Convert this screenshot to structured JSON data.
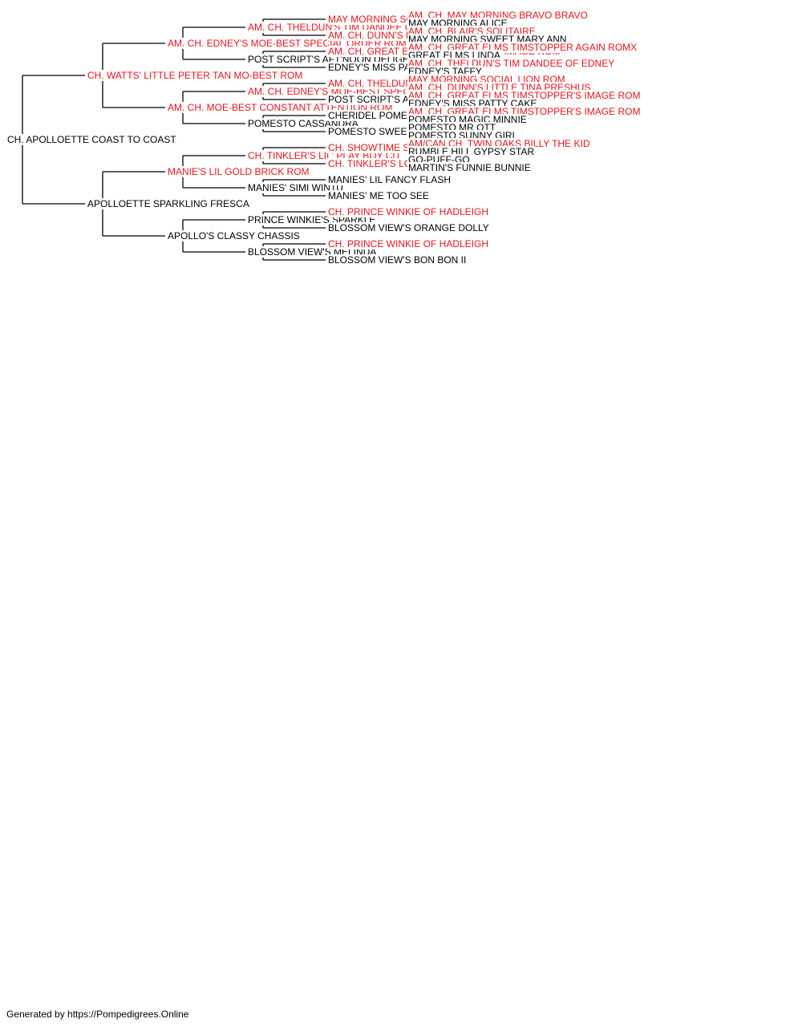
{
  "colors": {
    "champion": "#e8141a",
    "normal": "#000000",
    "line": "#000000"
  },
  "pedigree": {
    "name": "CH. APOLLOETTE COAST TO COAST",
    "champion": false,
    "sire": {
      "name": "CH. WATTS' LITTLE PETER TAN MO-BEST ROM",
      "champion": true,
      "sire": {
        "name": "AM. CH. EDNEY'S MOE-BEST SPECIAL ORDER ROM",
        "champion": true,
        "sire": {
          "name": "AM. CH. THELDUN'S TIM DANDEE OF EDNEY",
          "champion": true,
          "sire": {
            "name": "MAY MORNING SOCIAL LION ROM",
            "champion": true,
            "sire": {
              "name": "AM. CH. MAY MORNING BRAVO BRAVO",
              "champion": true
            },
            "dam": {
              "name": "MAY MORNING ALICE",
              "champion": false
            }
          },
          "dam": {
            "name": "AM. CH. DUNN'S LITTLE TINA PRESHUS",
            "champion": true,
            "sire": {
              "name": "AM. CH. BLAIR'S SOLITAIRE",
              "champion": true
            },
            "dam": {
              "name": "MAY MORNING SWEET MARY ANN",
              "champion": false
            }
          }
        },
        "dam": {
          "name": "POST SCRIPT'S AFT'NOON DELIGHT",
          "champion": false,
          "sire": {
            "name": "AM. CH. GREAT ELMS TIMSTOPPER'S IMAGE ROM",
            "champion": true,
            "sire": {
              "name": "AM. CH. GREAT ELMS TIMSTOPPER AGAIN ROMX",
              "champion": true
            },
            "dam": {
              "name": "GREAT ELMS LINDA",
              "champion": false
            }
          },
          "dam": {
            "name": "EDNEY'S MISS PATTY CAKE",
            "champion": false,
            "sire": {
              "name": "AM. CH. THELDUN'S TIM DANDEE OF EDNEY",
              "champion": true
            },
            "dam": {
              "name": "EDNEY'S TAFFY",
              "champion": false
            }
          }
        }
      },
      "dam": {
        "name": "AM. CH. MOE-BEST CONSTANT ATTENTION ROM",
        "champion": true,
        "sire": {
          "name": "AM. CH. EDNEY'S MOE-BEST SPECIAL ORDER ROM",
          "champion": true,
          "sire": {
            "name": "AM. CH. THELDUN'S TIM DANDEE OF EDNEY",
            "champion": true,
            "sire": {
              "name": "MAY MORNING SOCIAL LION ROM",
              "champion": true
            },
            "dam": {
              "name": "AM. CH. DUNN'S LITTLE TINA PRESHUS",
              "champion": true
            }
          },
          "dam": {
            "name": "POST SCRIPT'S AFT'NOON DELIGHT",
            "champion": false,
            "sire": {
              "name": "AM. CH. GREAT ELMS TIMSTOPPER'S IMAGE ROM",
              "champion": true
            },
            "dam": {
              "name": "EDNEY'S MISS PATTY CAKE",
              "champion": false
            }
          }
        },
        "dam": {
          "name": "POMESTO CASSANDRA",
          "champion": false,
          "sire": {
            "name": "CHERIDEL POMESTO REMEMBER ME",
            "champion": false,
            "sire": {
              "name": "AM. CH. GREAT ELMS TIMSTOPPER'S IMAGE ROM",
              "champion": true
            },
            "dam": {
              "name": "POMESTO MAGIC MINNIE",
              "champion": false
            }
          },
          "dam": {
            "name": "POMESTO SWEETIE",
            "champion": false,
            "sire": {
              "name": "POMESTO MR OTT",
              "champion": false
            },
            "dam": {
              "name": "POMESTO SUNNY GIRL",
              "champion": false
            }
          }
        }
      }
    },
    "dam": {
      "name": "APOLLOETTE SPARKLING FRESCA",
      "champion": false,
      "sire": {
        "name": "MANIE'S LIL GOLD BRICK ROM",
        "champion": true,
        "sire": {
          "name": "CH. TINKLER'S LIL' PLAY BOY CD",
          "champion": true,
          "sire": {
            "name": "CH. SHOWTIME SHINDIG",
            "champion": true,
            "sire": {
              "name": "AM/CAN CH. TWIN OAKS BILLY THE KID",
              "champion": true
            },
            "dam": {
              "name": "RUMBLE HILL GYPSY STAR",
              "champion": false
            }
          },
          "dam": {
            "name": "CH. TINKLER'S LOLI-POP",
            "champion": true,
            "sire": {
              "name": "GO-PUFF-GO",
              "champion": false
            },
            "dam": {
              "name": "MARTIN'S FUNNIE BUNNIE",
              "champion": false
            }
          }
        },
        "dam": {
          "name": "MANIES' SIMI WINTU",
          "champion": false,
          "sire": {
            "name": "MANIES' LIL FANCY FLASH",
            "champion": false
          },
          "dam": {
            "name": "MANIES' ME TOO SEE",
            "champion": false
          }
        }
      },
      "dam": {
        "name": "APOLLO'S CLASSY CHASSIS",
        "champion": false,
        "sire": {
          "name": "PRINCE WINKIE'S SPARKLE",
          "champion": false,
          "sire": {
            "name": "CH. PRINCE WINKIE OF HADLEIGH",
            "champion": true
          },
          "dam": {
            "name": "BLOSSOM VIEW'S ORANGE DOLLY",
            "champion": false
          }
        },
        "dam": {
          "name": "BLOSSOM VIEW'S MELINDA",
          "champion": false,
          "sire": {
            "name": "CH. PRINCE WINKIE OF HADLEIGH",
            "champion": true
          },
          "dam": {
            "name": "BLOSSOM VIEW'S BON BON II",
            "champion": false
          }
        }
      }
    }
  },
  "footer": "Generated by https://Pompedigrees.Online"
}
